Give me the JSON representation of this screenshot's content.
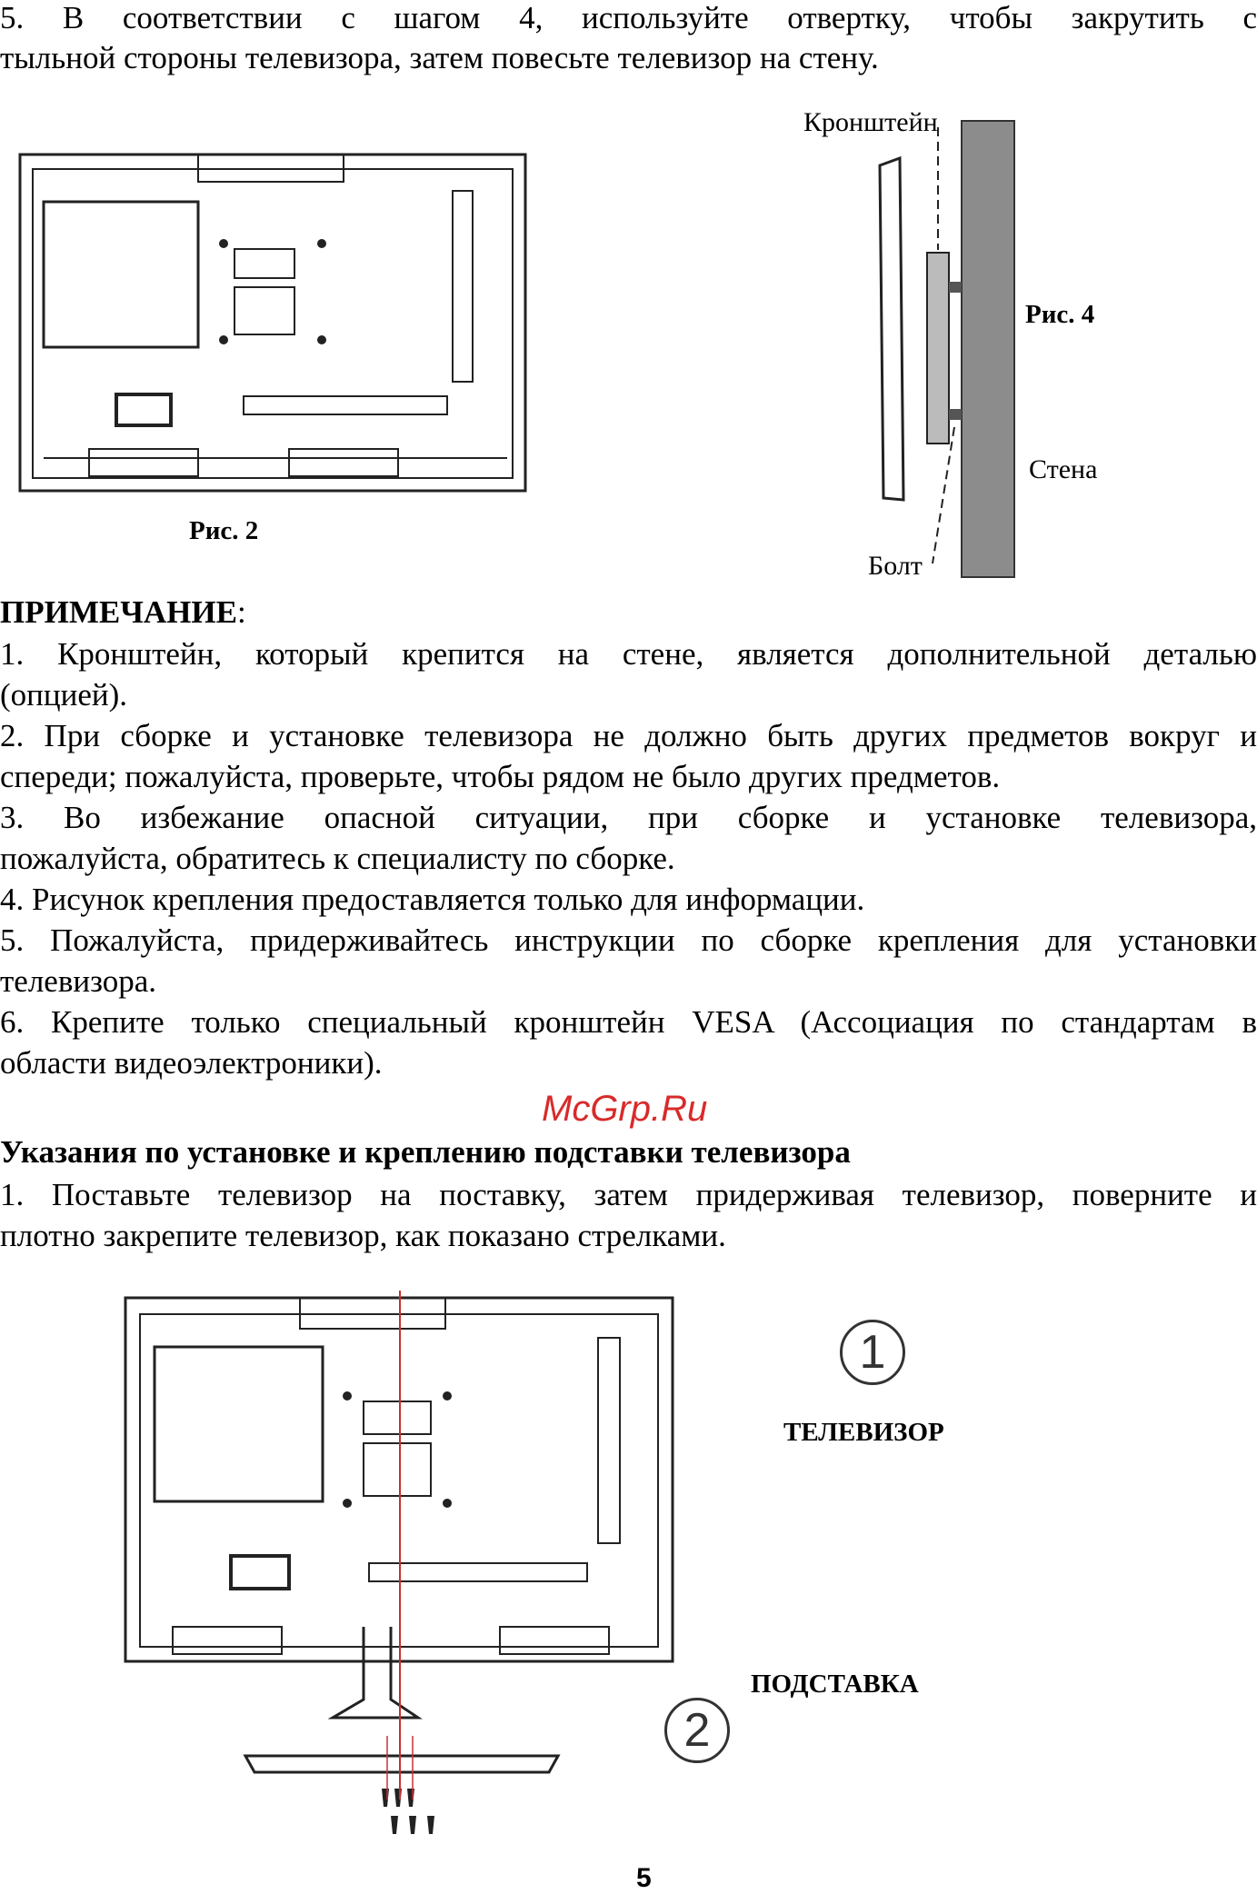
{
  "step5": {
    "line1": "5. В соответствии с шагом 4, используйте отвертку, чтобы закрутить с",
    "line2": "тыльной стороны телевизора, затем повесьте телевизор на стену."
  },
  "figures": {
    "fig2_caption": "Рис. 2",
    "fig4_caption": "Рис. 4",
    "bracket_label": "Кронштейн",
    "wall_label": "Стена",
    "bolt_label": "Болт",
    "tv_label": "ТЕЛЕВИЗОР",
    "stand_label": "ПОДСТАВКА",
    "circle1": "1",
    "circle2": "2"
  },
  "note": {
    "title": "ПРИМЕЧАНИЕ",
    "colon": ":",
    "lines": [
      "1. Кронштейн, который крепится на стене, является дополнительной деталью",
      "(опцией).",
      "2. При сборке и установке телевизора не должно быть других предметов вокруг и",
      "спереди; пожалуйста, проверьте, чтобы рядом не было других предметов.",
      "3. Во избежание опасной ситуации, при сборке и установке телевизора,",
      "пожалуйста, обратитесь к специалисту по сборке.",
      "4. Рисунок крепления предоставляется только для информации.",
      "5. Пожалуйста, придерживайтесь инструкции по сборке крепления для установки",
      "телевизора.",
      "6. Крепите только специальный кронштейн  VESA (Ассоциация по стандартам в",
      "области видеоэлектроники)."
    ]
  },
  "stand_section": {
    "heading": "Указания по установке и креплению подставки телевизора",
    "line1": "1. Поставьте телевизор на поставку, затем придерживая телевизор, поверните и",
    "line2": "плотно закрепите телевизор, как показано стрелками."
  },
  "watermark": "McGrp.Ru",
  "page_number": "5"
}
